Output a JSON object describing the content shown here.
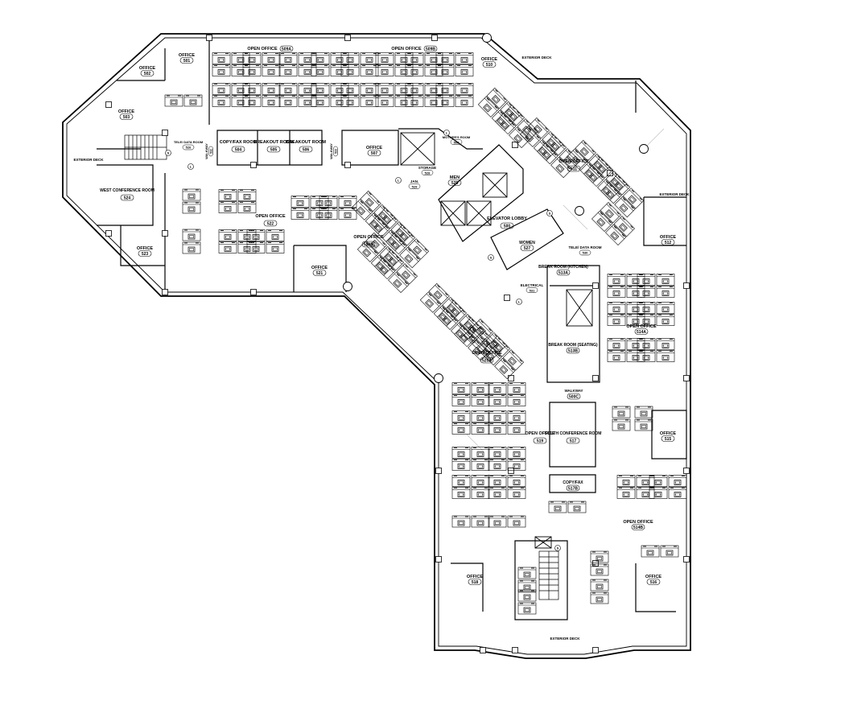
{
  "colors": {
    "line": "#000000",
    "background": "#ffffff",
    "pillar": "#ffffff",
    "guide": "#bdbdbd"
  },
  "icons": {
    "column": "square-column-icon",
    "tag": "circle-tag-icon",
    "stairs": "stairs-icon",
    "shaft": "shaft-x-icon"
  },
  "tags": {
    "letter_s": "S",
    "letter_l": "L"
  },
  "rooms": [
    {
      "id": "r501",
      "name": "OFFICE",
      "number": "501"
    },
    {
      "id": "r502",
      "name": "OFFICE",
      "number": "502"
    },
    {
      "id": "r503",
      "name": "OFFICE",
      "number": "503"
    },
    {
      "id": "r504",
      "name": "COPY/FAX ROOM",
      "number": "504"
    },
    {
      "id": "r505",
      "name": "BREAKOUT ROOM",
      "number": "505"
    },
    {
      "id": "r506",
      "name": "BREAKOUT ROOM",
      "number": "506"
    },
    {
      "id": "r507",
      "name": "OFFICE",
      "number": "507"
    },
    {
      "id": "r508",
      "name": "MOTHER'S ROOM",
      "number": "508"
    },
    {
      "id": "r509a",
      "name": "OPEN OFFICE",
      "number": "509A"
    },
    {
      "id": "r509b",
      "name": "OPEN OFFICE",
      "number": "509B"
    },
    {
      "id": "r510",
      "name": "OFFICE",
      "number": "510"
    },
    {
      "id": "r511",
      "name": "OPEN OFFICE",
      "number": "511"
    },
    {
      "id": "r512",
      "name": "OFFICE",
      "number": "512"
    },
    {
      "id": "r513a",
      "name": "BREAK ROOM (KITCHEN)",
      "number": "513A"
    },
    {
      "id": "r513b",
      "name": "BREAK ROOM (SEATING)",
      "number": "513B"
    },
    {
      "id": "r514a",
      "name": "OPEN OFFICE",
      "number": "514A"
    },
    {
      "id": "r514b",
      "name": "OPEN OFFICE",
      "number": "514B"
    },
    {
      "id": "r515",
      "name": "OFFICE",
      "number": "515"
    },
    {
      "id": "r516",
      "name": "OFFICE",
      "number": "516"
    },
    {
      "id": "r517",
      "name": "SOUTH CONFERENCE ROOM",
      "number": "517"
    },
    {
      "id": "r517b",
      "name": "COPY/FAX",
      "number": "517B"
    },
    {
      "id": "r518",
      "name": "OFFICE",
      "number": "518"
    },
    {
      "id": "r519",
      "name": "OPEN OFFICE",
      "number": "519"
    },
    {
      "id": "r520a",
      "name": "OPEN OFFICE",
      "number": "520A"
    },
    {
      "id": "r520b",
      "name": "OPEN OFFICE",
      "number": "520B"
    },
    {
      "id": "r521",
      "name": "OFFICE",
      "number": "521"
    },
    {
      "id": "r522",
      "name": "OPEN OFFICE",
      "number": "522"
    },
    {
      "id": "r523",
      "name": "OFFICE",
      "number": "523"
    },
    {
      "id": "r524",
      "name": "WEST CONFERENCE ROOM",
      "number": "524"
    },
    {
      "id": "r525",
      "name": "MEN",
      "number": "525"
    },
    {
      "id": "r526",
      "name": "TELE/ DATA ROOM",
      "number": "526"
    },
    {
      "id": "r527",
      "name": "WOMEN",
      "number": "527"
    },
    {
      "id": "r528",
      "name": "STORAGE",
      "number": "528"
    },
    {
      "id": "r529",
      "name": "JAN.",
      "number": "529"
    },
    {
      "id": "r530",
      "name": "TELE/ DATA ROOM",
      "number": "530"
    },
    {
      "id": "r531",
      "name": "ELECTRICAL",
      "number": "531"
    },
    {
      "id": "r532",
      "name": "WALKWAY",
      "number": "532"
    },
    {
      "id": "r533",
      "name": "WALKWAY",
      "number": "533"
    },
    {
      "id": "r500",
      "name": "ELEVATOR LOBBY",
      "number": "500"
    },
    {
      "id": "r500c",
      "name": "WALKWAY",
      "number": "500C"
    },
    {
      "id": "deck-west",
      "name": "EXTERIOR DECK",
      "number": ""
    },
    {
      "id": "deck-east",
      "name": "EXTERIOR DECK",
      "number": ""
    },
    {
      "id": "deck-ne",
      "name": "EXTERIOR DECK",
      "number": ""
    },
    {
      "id": "deck-south",
      "name": "EXTERIOR DECK",
      "number": ""
    }
  ]
}
